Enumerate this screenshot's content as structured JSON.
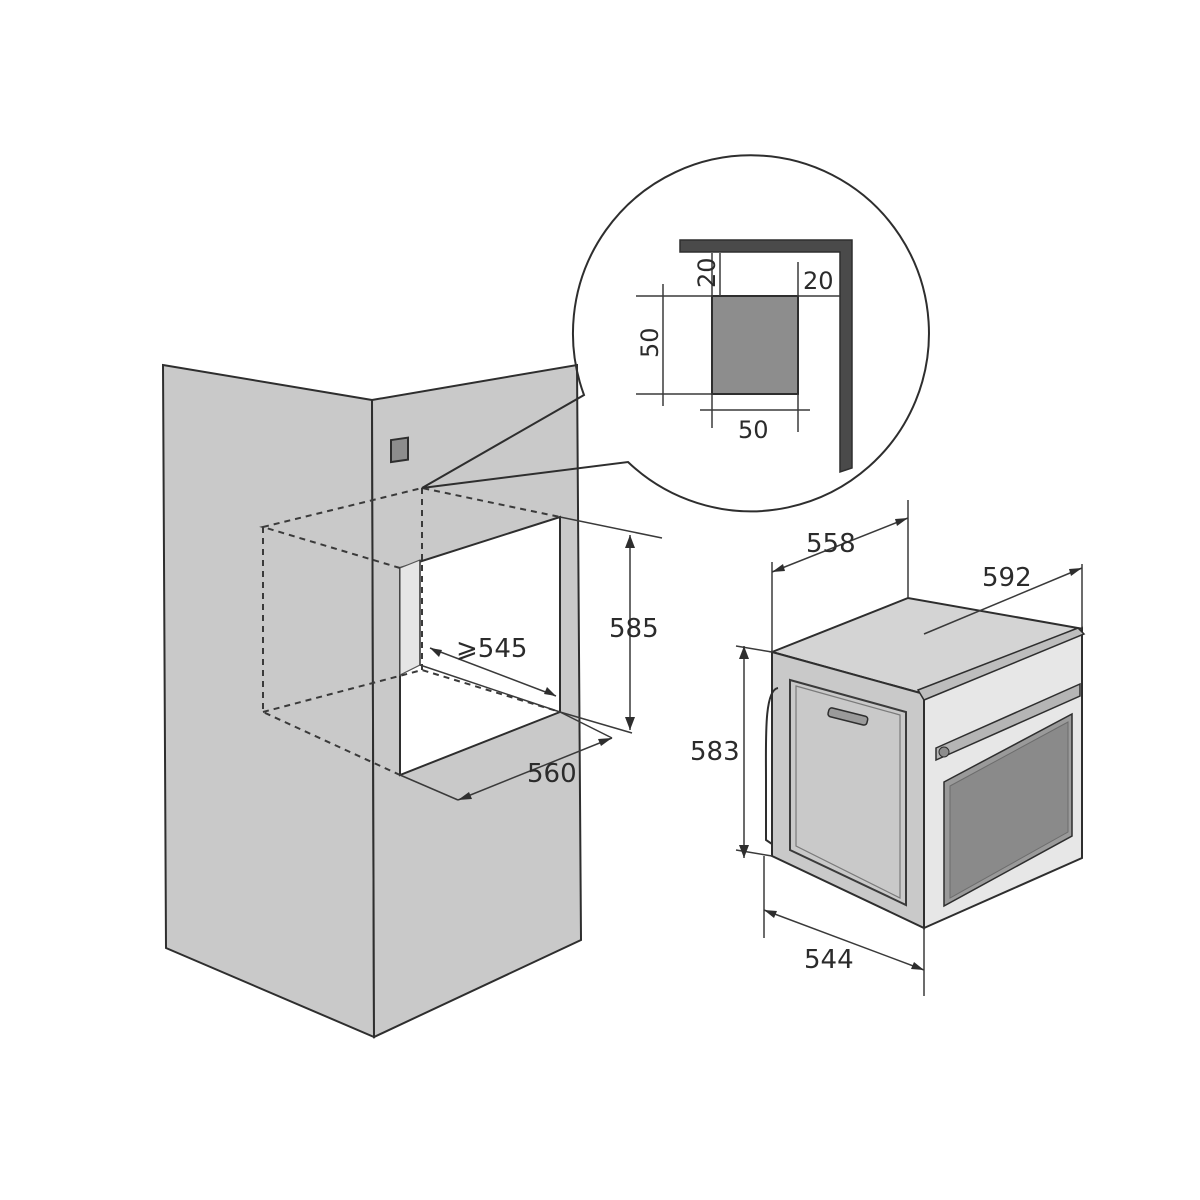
{
  "cabinet": {
    "niche_height": "585",
    "niche_depth_min": "⩾545",
    "niche_width": "560"
  },
  "detail": {
    "gap_top": "20",
    "gap_side": "20",
    "vent_height": "50",
    "vent_width": "50"
  },
  "oven": {
    "body_width": "558",
    "front_width": "592",
    "height": "583",
    "depth": "544"
  },
  "colors": {
    "panel_fill": "#c9c9c9",
    "opening_fill": "#ffffff",
    "dark_fill": "#8d8d8d",
    "line": "#2e2e2e"
  }
}
